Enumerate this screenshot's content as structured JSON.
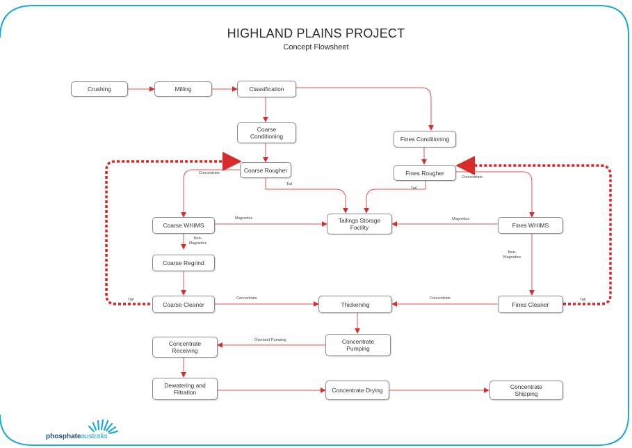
{
  "title": "HIGHLAND PLAINS PROJECT",
  "subtitle": "Concept Flowsheet",
  "nodes": {
    "crushing": "Crushing",
    "milling": "Milling",
    "classification": "Classification",
    "coarse_conditioning": "Coarse\nConditioning",
    "fines_conditioning": "Fines Conditioning",
    "coarse_rougher": "Coarse Rougher",
    "fines_rougher": "Fines Rougher",
    "coarse_whims": "Coarse WHIMS",
    "tailings_storage": "Tailings Storage\nFacility",
    "fines_whims": "Fines WHIMS",
    "coarse_regrind": "Coarse Regrind",
    "coarse_cleaner": "Coarse Cleaner",
    "thickening": "Thickening",
    "fines_cleaner": "Fines Cleaner",
    "concentrate_receiving": "Concentrate\nReceiving",
    "concentrate_pumping": "Concentrate\nPumping",
    "dewatering_filtration": "Dewatering and\nFiltration",
    "concentrate_drying": "Concentrate Drying",
    "concentrate_shipping": "Concentrate\nShipping"
  },
  "edge_labels": {
    "coarse_rougher_concentrate": "Concentrate",
    "coarse_rougher_tail": "Tail",
    "fines_rougher_tail": "Tail",
    "fines_rougher_concentrate": "Concentrate",
    "coarse_whims_magnetics": "Magnetics",
    "fines_whims_magnetics": "Magnetics",
    "coarse_whims_non_magnetics": "Non-\nMagnetics",
    "fines_whims_non_magnetics": "Non-\nMagnetics",
    "coarse_cleaner_tail": "Tail",
    "coarse_cleaner_concentrate": "Concentrate",
    "fines_cleaner_concentrate": "Concentrate",
    "fines_cleaner_tail": "Tail",
    "overland_pumping": "Overland Pumping"
  },
  "logo": {
    "word1": "phosphate",
    "word2": "australia"
  },
  "colors": {
    "frame": "#1aa6de",
    "arrow": "#e05252",
    "arrowhead": "#d92b2b",
    "recycle": "#e02020",
    "node_border": "#8a8a8a"
  }
}
